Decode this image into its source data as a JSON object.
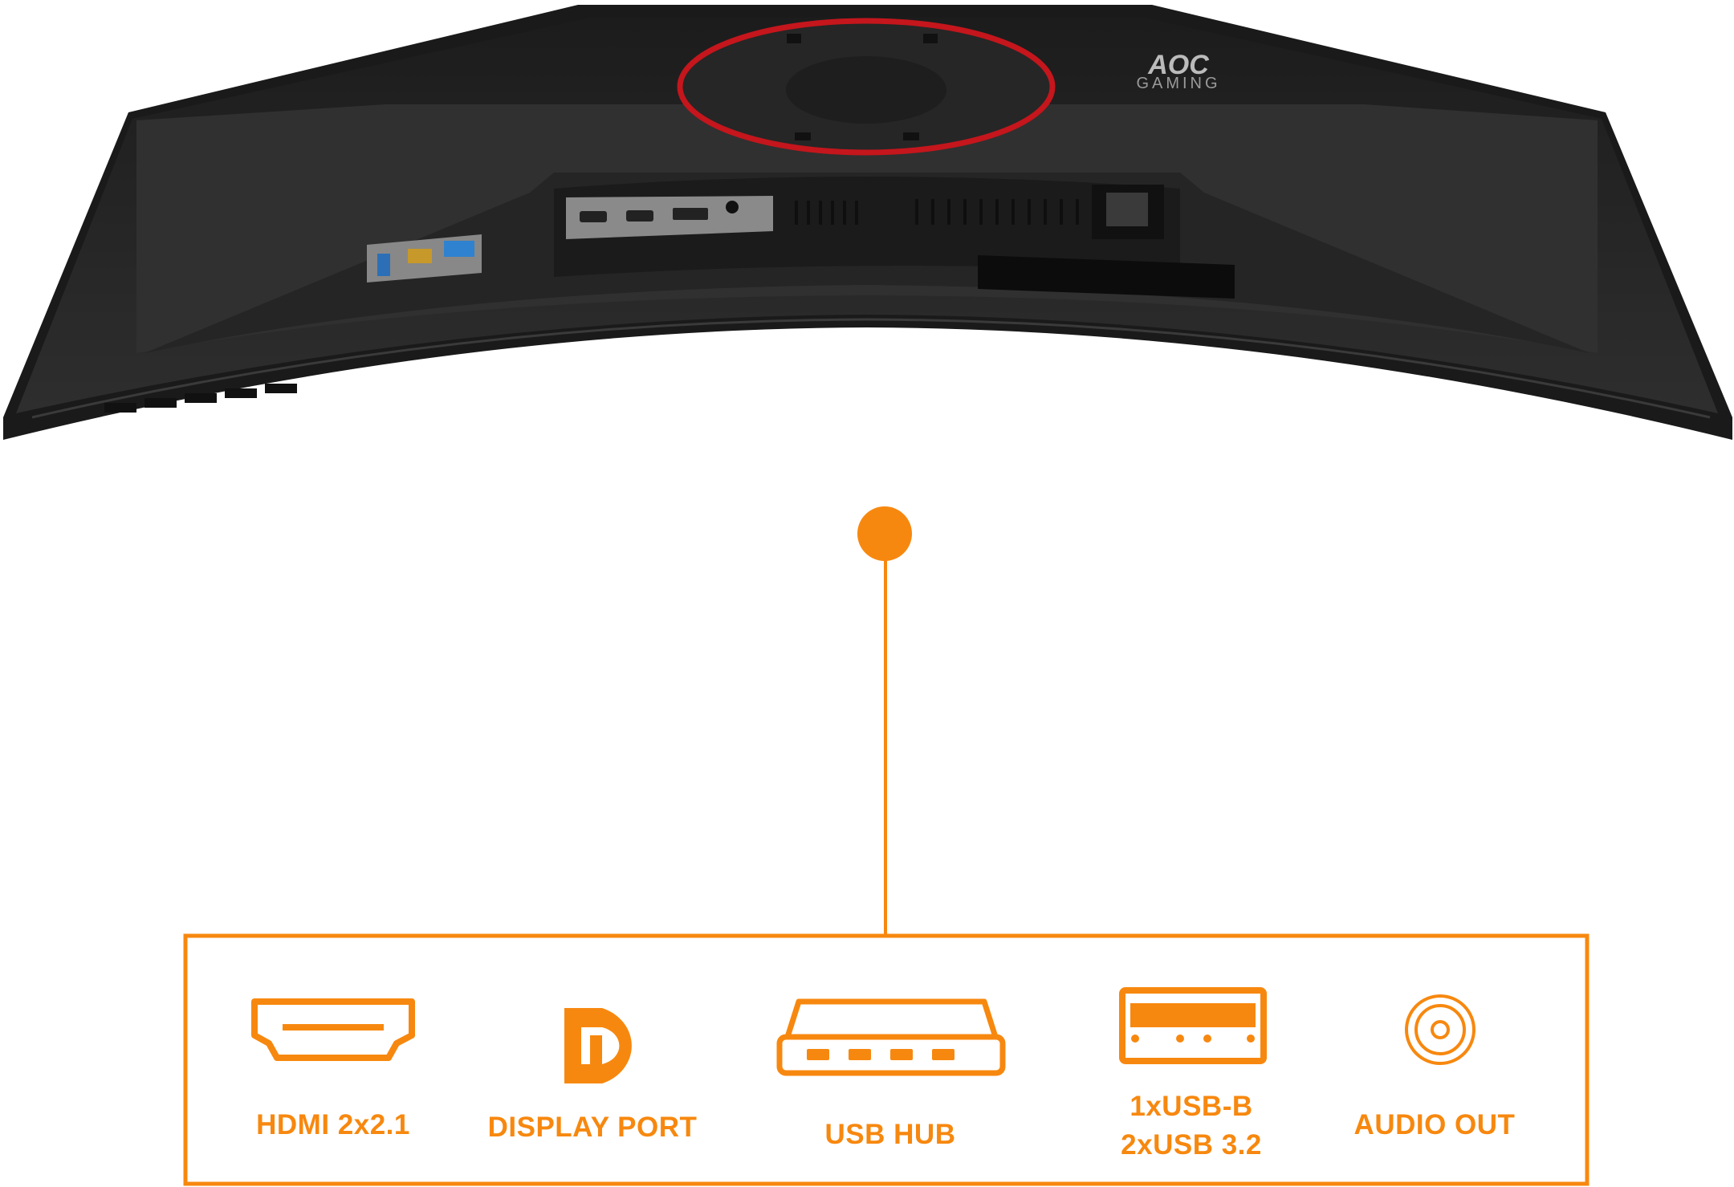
{
  "colors": {
    "accent": "#f7880f",
    "monitor_body": "#2a2a2a",
    "ring": "#c4161c"
  },
  "logo": {
    "brand": "AOC",
    "sub": "GAMING"
  },
  "features": [
    {
      "icon": "hdmi-icon",
      "label": "HDMI 2x2.1"
    },
    {
      "icon": "displayport-icon",
      "label": "DISPLAY PORT"
    },
    {
      "icon": "usb-hub-icon",
      "label": "USB HUB"
    },
    {
      "icon": "usb-port-icon",
      "label_line1": "1xUSB-B",
      "label_line2": "2xUSB 3.2"
    },
    {
      "icon": "audio-out-icon",
      "label": "AUDIO OUT"
    }
  ]
}
